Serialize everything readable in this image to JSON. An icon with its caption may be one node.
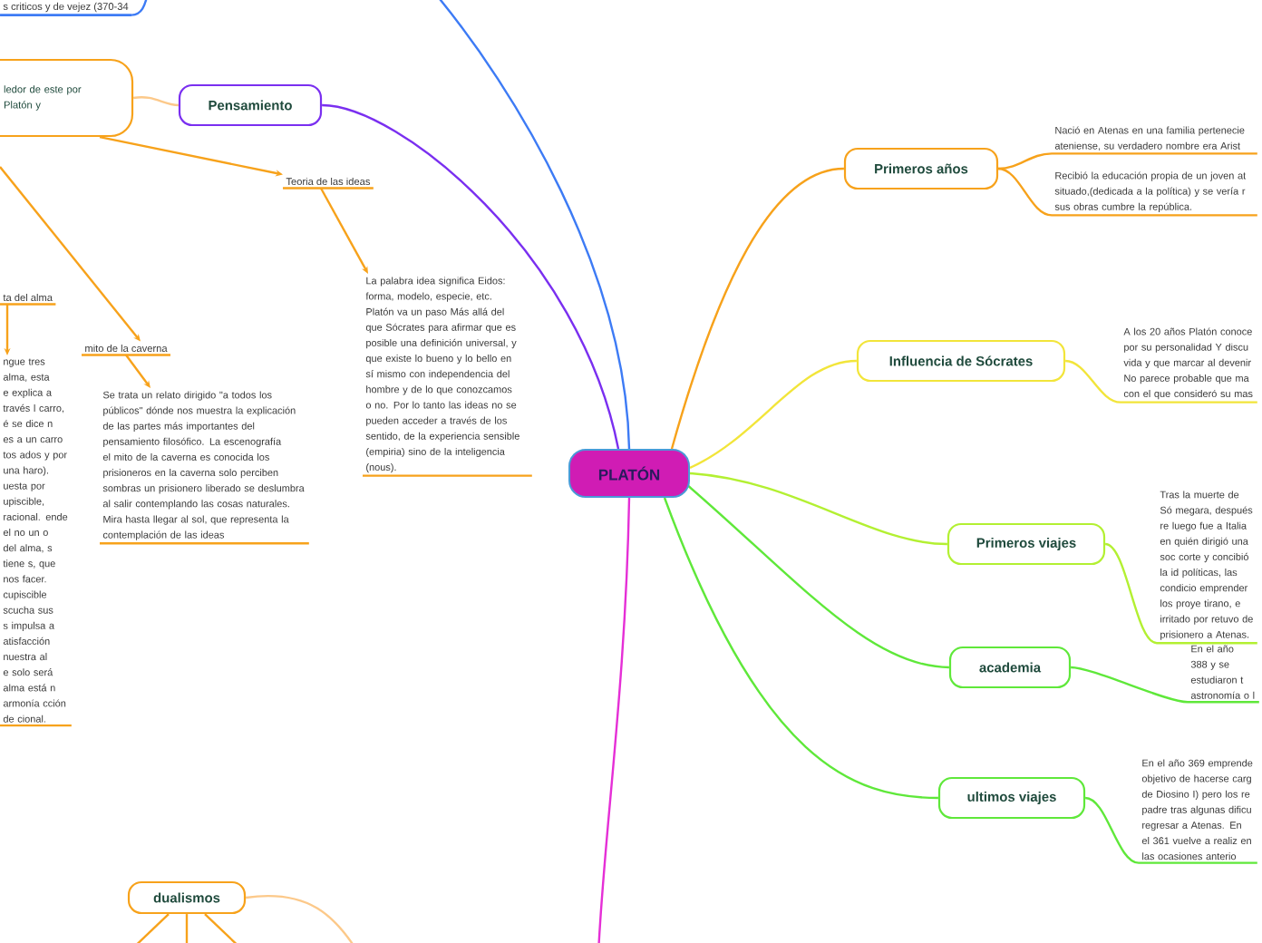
{
  "diagram": {
    "nodes": [
      {
        "text": [
          "PLATÓN"
        ]
      },
      {
        "text": [
          "s criticos y de vejez (370-34"
        ]
      },
      {
        "text": [
          "Pensamiento"
        ]
      },
      {
        "text": [
          "ledor de este por Platón y"
        ]
      },
      {
        "text": [
          "Teoria de las ideas"
        ]
      },
      {
        "text": [
          "La palabra idea significa Eidos: forma, modelo, especie, etc. Platón va un paso Más allá del que Sócrates para afirmar que es posible una definición universal, y que existe lo bueno y lo bello en sí mismo con independencia del hombre y de lo que conozcamos o no. Por lo tanto las ideas no se pueden acceder a través de los sentido, de la experiencia sensible (empiria) sino de la inteligencia (nous)."
        ]
      },
      {
        "text": [
          "ta del alma"
        ]
      },
      {
        "text": [
          "ngue tres alma, esta e explica a través l carro, é se dice n es a un carro tos ados y por una haro). uesta por upiscible, racional. ende el no un o del alma, s tiene s, que nos facer. cupiscible scucha sus s impulsa a atisfacción nuestra al e solo será alma está n armonía cción de cional."
        ]
      },
      {
        "text": [
          "mito de la caverna"
        ]
      },
      {
        "text": [
          "Se trata un relato dirigido \"a todos los públicos\" dónde nos muestra la explicación de las partes más importantes del pensamiento filosófico. La escenografía el mito de la caverna es conocida los prisioneros en la caverna solo perciben sombras un prisionero liberado se deslumbra al salir contemplando las cosas naturales. Mira hasta llegar al sol, que representa la contemplación de las ideas"
        ]
      },
      {
        "text": [
          "dualismos"
        ]
      },
      {
        "text": [
          "Primeros años"
        ]
      },
      {
        "text": [
          "Nació en Atenas en una familia pertenecie ateniense, su verdadero nombre era Arist"
        ]
      },
      {
        "text": [
          "Recibió la educación propia de un joven at situado,(dedicada a la política) y se vería r sus obras cumbre la república."
        ]
      },
      {
        "text": [
          "Influencia de Sócrates"
        ]
      },
      {
        "text": [
          "A los 20 años Platón conoce por su personalidad Y discu vida y que marcar al devenir No parece probable que ma con el que consideró su mas"
        ]
      },
      {
        "text": [
          "Primeros viajes"
        ]
      },
      {
        "text": [
          "Tras la muerte de Só megara, después re luego fue a Italia en quién dirigió una soc corte y concibió la id políticas, las condicio emprender los proye tirano, e irritado por retuvo de prisionero a Atenas."
        ]
      },
      {
        "text": [
          "academia"
        ]
      },
      {
        "text": [
          "En el año 388 y se estudiaron t astronomía o l"
        ]
      },
      {
        "text": [
          "ultimos viajes"
        ]
      },
      {
        "text": [
          "En el año 369 emprende objetivo de hacerse carg de Diosino I) pero los re padre tras algunas dificu regresar a Atenas. En el 361 vuelve a realiz en las ocasiones anterio"
        ]
      }
    ],
    "edges": [
      {
        "from": 0,
        "to": null,
        "arrow": "none",
        "color": "#3d7bf5"
      },
      {
        "from": 0,
        "to": null,
        "arrow": "none",
        "color": "#e52fd6"
      },
      {
        "from": 0,
        "to": 2,
        "arrow": "none",
        "color": "#7a2ff0"
      },
      {
        "from": 0,
        "to": 11,
        "arrow": "none"
      },
      {
        "from": 0,
        "to": 14,
        "arrow": "none",
        "color": "#f2e53a"
      },
      {
        "from": 0,
        "to": 16,
        "arrow": "none",
        "color": "#b3f032"
      },
      {
        "from": 0,
        "to": 18,
        "arrow": "none",
        "color": "#5fe83a"
      },
      {
        "from": 0,
        "to": 20,
        "arrow": "none",
        "color": "#5fe83a"
      },
      {
        "from": 2,
        "to": 3,
        "arrow": "none",
        "color": "#fcc98a"
      },
      {
        "from": 3,
        "to": 4,
        "arrow": "to"
      },
      {
        "from": null,
        "to": 8,
        "arrow": "to"
      },
      {
        "from": 4,
        "to": 5,
        "arrow": "to"
      },
      {
        "from": 6,
        "to": 7,
        "arrow": "to"
      },
      {
        "from": 8,
        "to": 9,
        "arrow": "to"
      },
      {
        "from": 11,
        "to": 12,
        "arrow": "none"
      },
      {
        "from": 11,
        "to": 13,
        "arrow": "none"
      },
      {
        "from": 14,
        "to": 15,
        "arrow": "none",
        "color": "#f2e53a"
      },
      {
        "from": 16,
        "to": 17,
        "arrow": "none",
        "color": "#b3f032"
      },
      {
        "from": 18,
        "to": 19,
        "arrow": "none",
        "color": "#5fe83a"
      },
      {
        "from": 20,
        "to": 21,
        "arrow": "none",
        "color": "#5fe83a"
      },
      {
        "from": 10,
        "to": null,
        "arrow": "none",
        "color": "#fcc98a"
      },
      {
        "from": 10,
        "to": null,
        "arrow": "none"
      },
      {
        "from": 10,
        "to": null,
        "arrow": "none"
      },
      {
        "from": 10,
        "to": null,
        "arrow": "none"
      },
      {
        "from": null,
        "to": 1,
        "arrow": "none",
        "color": "#3d7bf5"
      }
    ]
  }
}
